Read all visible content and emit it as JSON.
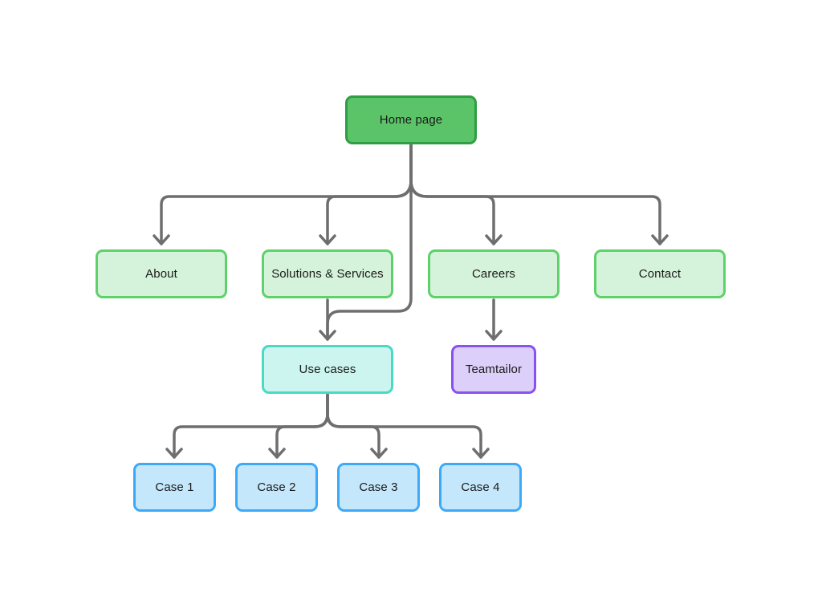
{
  "diagram": {
    "type": "sitemap-flowchart",
    "colors": {
      "background": "#FFFFFF",
      "connector": "#6E6E6E",
      "text": "#1A1A1A"
    },
    "nodes": [
      {
        "id": "home",
        "label": "Home page",
        "fill": "#5CC468",
        "border": "#2F9E44"
      },
      {
        "id": "about",
        "label": "About",
        "fill": "#D5F3DA",
        "border": "#5FD16B"
      },
      {
        "id": "solutions",
        "label": "Solutions & Services",
        "fill": "#D5F3DA",
        "border": "#5FD16B"
      },
      {
        "id": "careers",
        "label": "Careers",
        "fill": "#D5F3DA",
        "border": "#5FD16B"
      },
      {
        "id": "contact",
        "label": "Contact",
        "fill": "#D5F3DA",
        "border": "#5FD16B"
      },
      {
        "id": "usecases",
        "label": "Use cases",
        "fill": "#CBF5EE",
        "border": "#49DAC5"
      },
      {
        "id": "teamtailor",
        "label": "Teamtailor",
        "fill": "#DCCFF9",
        "border": "#8951F0"
      },
      {
        "id": "case1",
        "label": "Case 1",
        "fill": "#C5E7FB",
        "border": "#3EA9F6"
      },
      {
        "id": "case2",
        "label": "Case 2",
        "fill": "#C5E7FB",
        "border": "#3EA9F6"
      },
      {
        "id": "case3",
        "label": "Case 3",
        "fill": "#C5E7FB",
        "border": "#3EA9F6"
      },
      {
        "id": "case4",
        "label": "Case 4",
        "fill": "#C5E7FB",
        "border": "#3EA9F6"
      }
    ],
    "edges": [
      {
        "from": "home",
        "to": "about"
      },
      {
        "from": "home",
        "to": "solutions"
      },
      {
        "from": "home",
        "to": "careers"
      },
      {
        "from": "home",
        "to": "contact"
      },
      {
        "from": "home",
        "to": "usecases"
      },
      {
        "from": "solutions",
        "to": "usecases"
      },
      {
        "from": "careers",
        "to": "teamtailor"
      },
      {
        "from": "usecases",
        "to": "case1"
      },
      {
        "from": "usecases",
        "to": "case2"
      },
      {
        "from": "usecases",
        "to": "case3"
      },
      {
        "from": "usecases",
        "to": "case4"
      }
    ]
  }
}
